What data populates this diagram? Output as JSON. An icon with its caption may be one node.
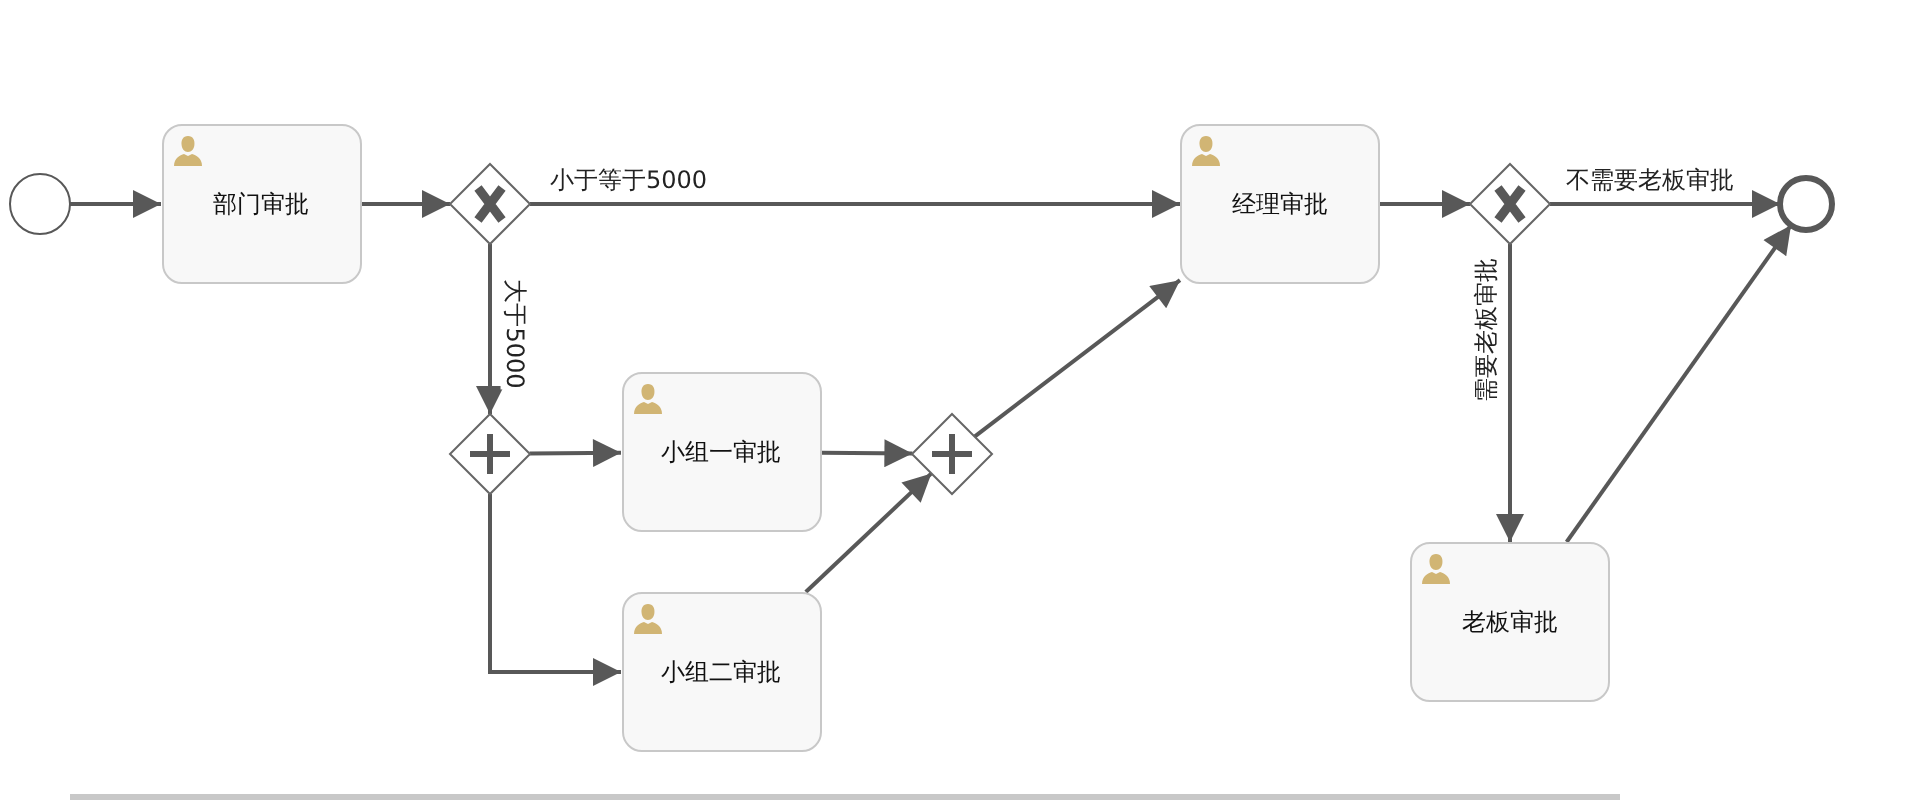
{
  "diagram": {
    "nodes": [
      {
        "text": [],
        "shape": "circle"
      },
      {
        "text": [
          "部门审批"
        ]
      },
      {
        "text": [],
        "shape": "diamond"
      },
      {
        "text": [],
        "shape": "diamond"
      },
      {
        "text": [
          "小组一审批"
        ]
      },
      {
        "text": [
          "小组二审批"
        ]
      },
      {
        "text": [],
        "shape": "diamond"
      },
      {
        "text": [
          "经理审批"
        ]
      },
      {
        "text": [],
        "shape": "diamond"
      },
      {
        "text": [],
        "shape": "circle"
      },
      {
        "text": [
          "老板审批"
        ]
      }
    ],
    "edges": [
      {
        "from": 0,
        "to": 1,
        "arrow": "to"
      },
      {
        "from": 1,
        "to": 2,
        "arrow": "to"
      },
      {
        "from": 2,
        "to": 7,
        "arrow": "to",
        "label": "小于等于5000"
      },
      {
        "from": 2,
        "to": 3,
        "arrow": "to",
        "label": "大于5000"
      },
      {
        "from": 3,
        "to": 4,
        "arrow": "to"
      },
      {
        "from": 3,
        "to": 5,
        "arrow": "to"
      },
      {
        "from": 4,
        "to": 6,
        "arrow": "to"
      },
      {
        "from": 5,
        "to": 6,
        "arrow": "to"
      },
      {
        "from": 6,
        "to": 7,
        "arrow": "to"
      },
      {
        "from": 7,
        "to": 8,
        "arrow": "to"
      },
      {
        "from": 8,
        "to": 9,
        "arrow": "to",
        "label": "不需要老板审批"
      },
      {
        "from": 8,
        "to": 10,
        "arrow": "to",
        "label": "需要老板审批"
      },
      {
        "from": 10,
        "to": 9,
        "arrow": "to"
      }
    ]
  }
}
